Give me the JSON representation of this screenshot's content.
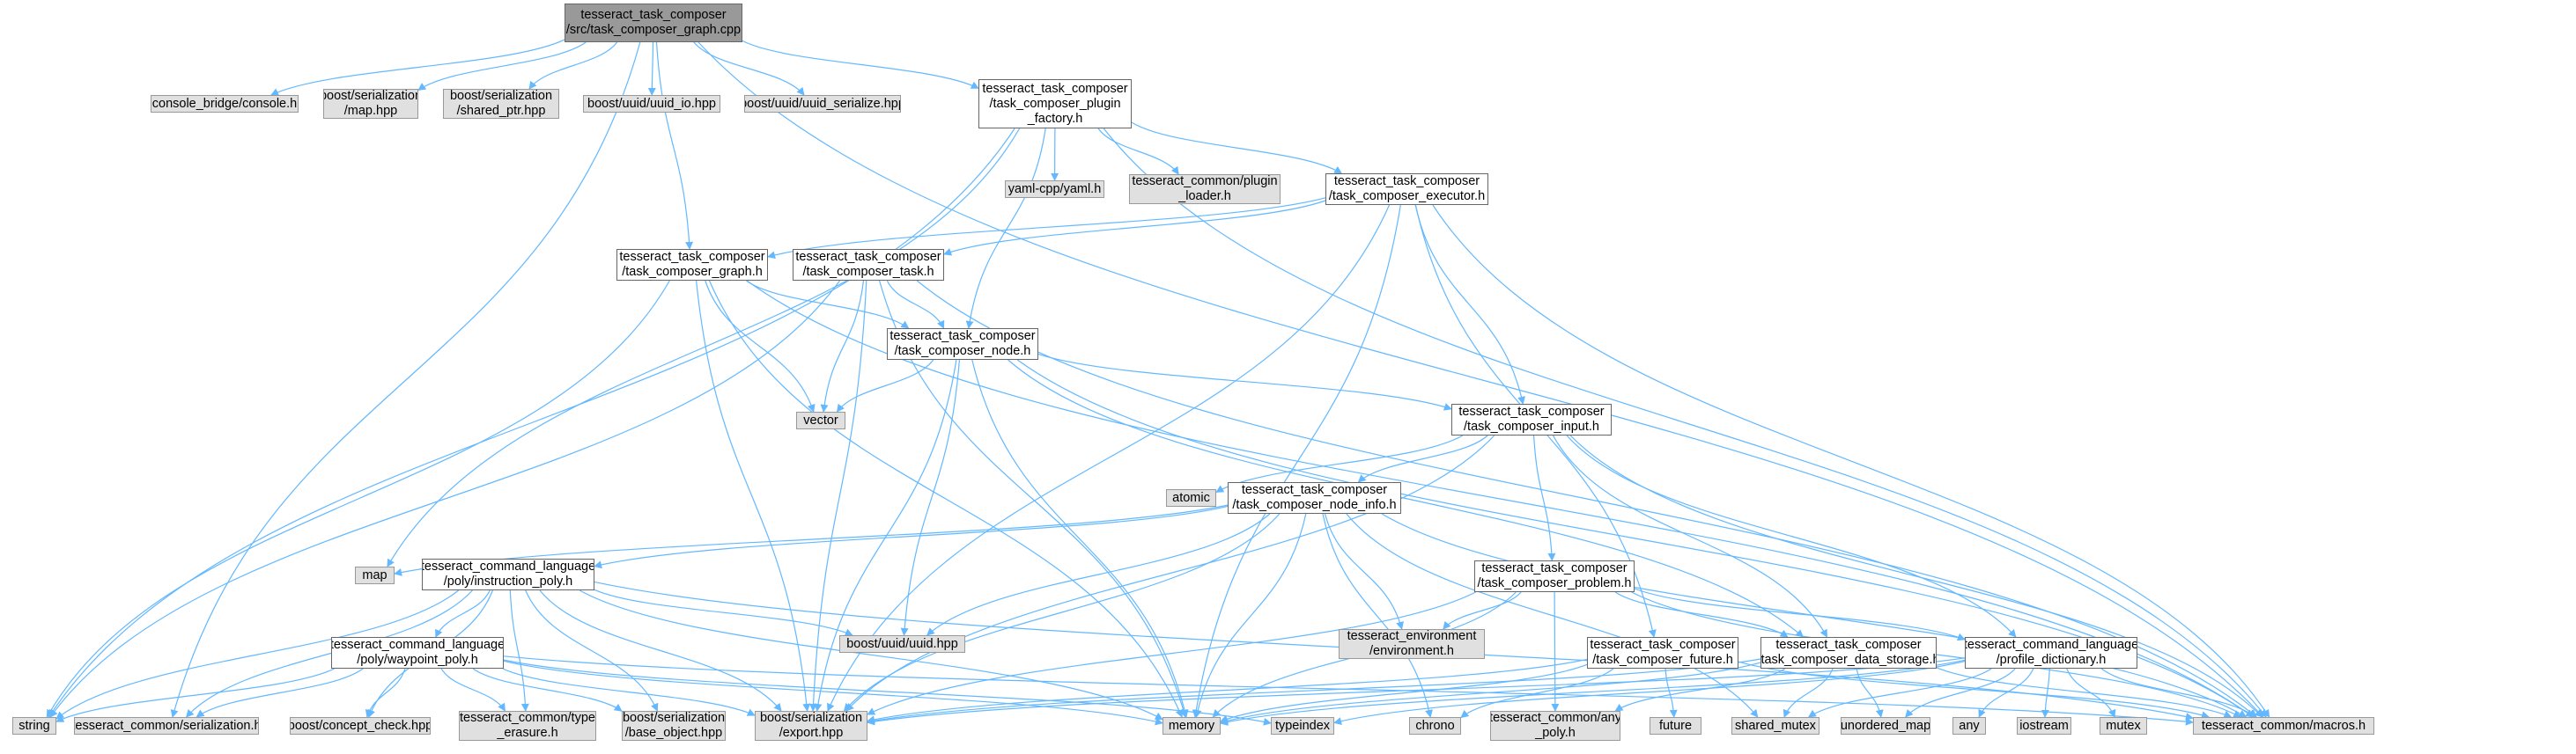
{
  "graph": {
    "root": {
      "id": "root",
      "lines": [
        "tesseract_task_composer",
        "/src/task_composer_graph.cpp"
      ]
    },
    "nodes": [
      {
        "id": "console_bridge",
        "lines": [
          "console_bridge/console.h"
        ],
        "kind": "ext"
      },
      {
        "id": "boost_ser_map",
        "lines": [
          "boost/serialization",
          "/map.hpp"
        ],
        "kind": "ext"
      },
      {
        "id": "boost_ser_shared_ptr",
        "lines": [
          "boost/serialization",
          "/shared_ptr.hpp"
        ],
        "kind": "ext"
      },
      {
        "id": "boost_uuid_io",
        "lines": [
          "boost/uuid/uuid_io.hpp"
        ],
        "kind": "ext"
      },
      {
        "id": "boost_uuid_serialize",
        "lines": [
          "boost/uuid/uuid_serialize.hpp"
        ],
        "kind": "ext"
      },
      {
        "id": "plugin_factory",
        "lines": [
          "tesseract_task_composer",
          "/task_composer_plugin",
          "_factory.h"
        ],
        "kind": "src"
      },
      {
        "id": "yaml",
        "lines": [
          "yaml-cpp/yaml.h"
        ],
        "kind": "ext"
      },
      {
        "id": "plugin_loader",
        "lines": [
          "tesseract_common/plugin",
          "_loader.h"
        ],
        "kind": "ext"
      },
      {
        "id": "executor",
        "lines": [
          "tesseract_task_composer",
          "/task_composer_executor.h"
        ],
        "kind": "src"
      },
      {
        "id": "graph_h",
        "lines": [
          "tesseract_task_composer",
          "/task_composer_graph.h"
        ],
        "kind": "src"
      },
      {
        "id": "task_h",
        "lines": [
          "tesseract_task_composer",
          "/task_composer_task.h"
        ],
        "kind": "src"
      },
      {
        "id": "node_h",
        "lines": [
          "tesseract_task_composer",
          "/task_composer_node.h"
        ],
        "kind": "src"
      },
      {
        "id": "vector",
        "lines": [
          "vector"
        ],
        "kind": "ext"
      },
      {
        "id": "input_h",
        "lines": [
          "tesseract_task_composer",
          "/task_composer_input.h"
        ],
        "kind": "src"
      },
      {
        "id": "atomic",
        "lines": [
          "atomic"
        ],
        "kind": "ext"
      },
      {
        "id": "node_info_h",
        "lines": [
          "tesseract_task_composer",
          "/task_composer_node_info.h"
        ],
        "kind": "src"
      },
      {
        "id": "map",
        "lines": [
          "map"
        ],
        "kind": "ext"
      },
      {
        "id": "instruction_poly",
        "lines": [
          "tesseract_command_language",
          "/poly/instruction_poly.h"
        ],
        "kind": "src"
      },
      {
        "id": "problem_h",
        "lines": [
          "tesseract_task_composer",
          "/task_composer_problem.h"
        ],
        "kind": "src"
      },
      {
        "id": "env_h",
        "lines": [
          "tesseract_environment",
          "/environment.h"
        ],
        "kind": "ext"
      },
      {
        "id": "uuid_hpp",
        "lines": [
          "boost/uuid/uuid.hpp"
        ],
        "kind": "ext"
      },
      {
        "id": "waypoint_poly",
        "lines": [
          "tesseract_command_language",
          "/poly/waypoint_poly.h"
        ],
        "kind": "src"
      },
      {
        "id": "future_h",
        "lines": [
          "tesseract_task_composer",
          "/task_composer_future.h"
        ],
        "kind": "src"
      },
      {
        "id": "data_storage_h",
        "lines": [
          "tesseract_task_composer",
          "/task_composer_data_storage.h"
        ],
        "kind": "src"
      },
      {
        "id": "profile_dict",
        "lines": [
          "tesseract_command_language",
          "/profile_dictionary.h"
        ],
        "kind": "src"
      },
      {
        "id": "string",
        "lines": [
          "string"
        ],
        "kind": "ext"
      },
      {
        "id": "serialization_h",
        "lines": [
          "tesseract_common/serialization.h"
        ],
        "kind": "ext"
      },
      {
        "id": "concept_check",
        "lines": [
          "boost/concept_check.hpp"
        ],
        "kind": "ext"
      },
      {
        "id": "type_erasure",
        "lines": [
          "tesseract_common/type",
          "_erasure.h"
        ],
        "kind": "ext"
      },
      {
        "id": "base_object",
        "lines": [
          "boost/serialization",
          "/base_object.hpp"
        ],
        "kind": "ext"
      },
      {
        "id": "export_hpp",
        "lines": [
          "boost/serialization",
          "/export.hpp"
        ],
        "kind": "ext"
      },
      {
        "id": "memory",
        "lines": [
          "memory"
        ],
        "kind": "ext"
      },
      {
        "id": "typeindex",
        "lines": [
          "typeindex"
        ],
        "kind": "ext"
      },
      {
        "id": "chrono",
        "lines": [
          "chrono"
        ],
        "kind": "ext"
      },
      {
        "id": "any_poly",
        "lines": [
          "tesseract_common/any",
          "_poly.h"
        ],
        "kind": "ext"
      },
      {
        "id": "future",
        "lines": [
          "future"
        ],
        "kind": "ext"
      },
      {
        "id": "shared_mutex",
        "lines": [
          "shared_mutex"
        ],
        "kind": "ext"
      },
      {
        "id": "unordered_map",
        "lines": [
          "unordered_map"
        ],
        "kind": "ext"
      },
      {
        "id": "any",
        "lines": [
          "any"
        ],
        "kind": "ext"
      },
      {
        "id": "iostream",
        "lines": [
          "iostream"
        ],
        "kind": "ext"
      },
      {
        "id": "mutex",
        "lines": [
          "mutex"
        ],
        "kind": "ext"
      },
      {
        "id": "macros_h",
        "lines": [
          "tesseract_common/macros.h"
        ],
        "kind": "ext"
      }
    ],
    "edges": [
      [
        "root",
        "console_bridge"
      ],
      [
        "root",
        "boost_ser_map"
      ],
      [
        "root",
        "boost_ser_shared_ptr"
      ],
      [
        "root",
        "boost_uuid_io"
      ],
      [
        "root",
        "boost_uuid_serialize"
      ],
      [
        "root",
        "plugin_factory"
      ],
      [
        "root",
        "graph_h"
      ],
      [
        "root",
        "serialization_h"
      ],
      [
        "root",
        "macros_h"
      ],
      [
        "plugin_factory",
        "yaml"
      ],
      [
        "plugin_factory",
        "plugin_loader"
      ],
      [
        "plugin_factory",
        "executor"
      ],
      [
        "plugin_factory",
        "node_h"
      ],
      [
        "plugin_factory",
        "string"
      ],
      [
        "plugin_factory",
        "map"
      ],
      [
        "plugin_factory",
        "macros_h"
      ],
      [
        "executor",
        "graph_h"
      ],
      [
        "executor",
        "task_h"
      ],
      [
        "executor",
        "input_h"
      ],
      [
        "executor",
        "future_h"
      ],
      [
        "executor",
        "memory"
      ],
      [
        "executor",
        "export_hpp"
      ],
      [
        "executor",
        "macros_h"
      ],
      [
        "graph_h",
        "node_h"
      ],
      [
        "graph_h",
        "vector"
      ],
      [
        "graph_h",
        "string"
      ],
      [
        "graph_h",
        "export_hpp"
      ],
      [
        "graph_h",
        "memory"
      ],
      [
        "graph_h",
        "macros_h"
      ],
      [
        "task_h",
        "node_h"
      ],
      [
        "task_h",
        "vector"
      ],
      [
        "task_h",
        "string"
      ],
      [
        "task_h",
        "export_hpp"
      ],
      [
        "task_h",
        "memory"
      ],
      [
        "task_h",
        "macros_h"
      ],
      [
        "node_h",
        "vector"
      ],
      [
        "node_h",
        "input_h"
      ],
      [
        "node_h",
        "uuid_hpp"
      ],
      [
        "node_h",
        "export_hpp"
      ],
      [
        "node_h",
        "memory"
      ],
      [
        "node_h",
        "data_storage_h"
      ],
      [
        "node_h",
        "macros_h"
      ],
      [
        "input_h",
        "atomic"
      ],
      [
        "input_h",
        "node_info_h"
      ],
      [
        "input_h",
        "problem_h"
      ],
      [
        "input_h",
        "data_storage_h"
      ],
      [
        "input_h",
        "profile_dict"
      ],
      [
        "input_h",
        "export_hpp"
      ],
      [
        "input_h",
        "macros_h"
      ],
      [
        "node_info_h",
        "map"
      ],
      [
        "node_info_h",
        "instruction_poly"
      ],
      [
        "node_info_h",
        "env_h"
      ],
      [
        "node_info_h",
        "uuid_hpp"
      ],
      [
        "node_info_h",
        "export_hpp"
      ],
      [
        "node_info_h",
        "memory"
      ],
      [
        "node_info_h",
        "shared_mutex"
      ],
      [
        "node_info_h",
        "chrono"
      ],
      [
        "node_info_h",
        "macros_h"
      ],
      [
        "instruction_poly",
        "waypoint_poly"
      ],
      [
        "instruction_poly",
        "uuid_hpp"
      ],
      [
        "instruction_poly",
        "string"
      ],
      [
        "instruction_poly",
        "serialization_h"
      ],
      [
        "instruction_poly",
        "concept_check"
      ],
      [
        "instruction_poly",
        "type_erasure"
      ],
      [
        "instruction_poly",
        "base_object"
      ],
      [
        "instruction_poly",
        "export_hpp"
      ],
      [
        "instruction_poly",
        "memory"
      ],
      [
        "instruction_poly",
        "macros_h"
      ],
      [
        "waypoint_poly",
        "string"
      ],
      [
        "waypoint_poly",
        "serialization_h"
      ],
      [
        "waypoint_poly",
        "concept_check"
      ],
      [
        "waypoint_poly",
        "type_erasure"
      ],
      [
        "waypoint_poly",
        "base_object"
      ],
      [
        "waypoint_poly",
        "export_hpp"
      ],
      [
        "waypoint_poly",
        "memory"
      ],
      [
        "waypoint_poly",
        "typeindex"
      ],
      [
        "waypoint_poly",
        "macros_h"
      ],
      [
        "problem_h",
        "env_h"
      ],
      [
        "problem_h",
        "data_storage_h"
      ],
      [
        "problem_h",
        "profile_dict"
      ],
      [
        "problem_h",
        "export_hpp"
      ],
      [
        "problem_h",
        "memory"
      ],
      [
        "problem_h",
        "any_poly"
      ],
      [
        "problem_h",
        "macros_h"
      ],
      [
        "future_h",
        "future"
      ],
      [
        "future_h",
        "chrono"
      ],
      [
        "future_h",
        "memory"
      ],
      [
        "future_h",
        "export_hpp"
      ],
      [
        "future_h",
        "macros_h"
      ],
      [
        "data_storage_h",
        "shared_mutex"
      ],
      [
        "data_storage_h",
        "unordered_map"
      ],
      [
        "data_storage_h",
        "memory"
      ],
      [
        "data_storage_h",
        "any_poly"
      ],
      [
        "data_storage_h",
        "export_hpp"
      ],
      [
        "data_storage_h",
        "macros_h"
      ],
      [
        "profile_dict",
        "any"
      ],
      [
        "profile_dict",
        "iostream"
      ],
      [
        "profile_dict",
        "mutex"
      ],
      [
        "profile_dict",
        "shared_mutex"
      ],
      [
        "profile_dict",
        "unordered_map"
      ],
      [
        "profile_dict",
        "memory"
      ],
      [
        "profile_dict",
        "typeindex"
      ],
      [
        "profile_dict",
        "export_hpp"
      ],
      [
        "profile_dict",
        "macros_h"
      ]
    ],
    "colors": {
      "edge": "#63b8ff",
      "node_fill_ext": "#e0e0e0",
      "node_border_ext": "#999999",
      "node_fill_src": "#ffffff",
      "node_border": "#666666",
      "root_fill": "#999999"
    }
  }
}
